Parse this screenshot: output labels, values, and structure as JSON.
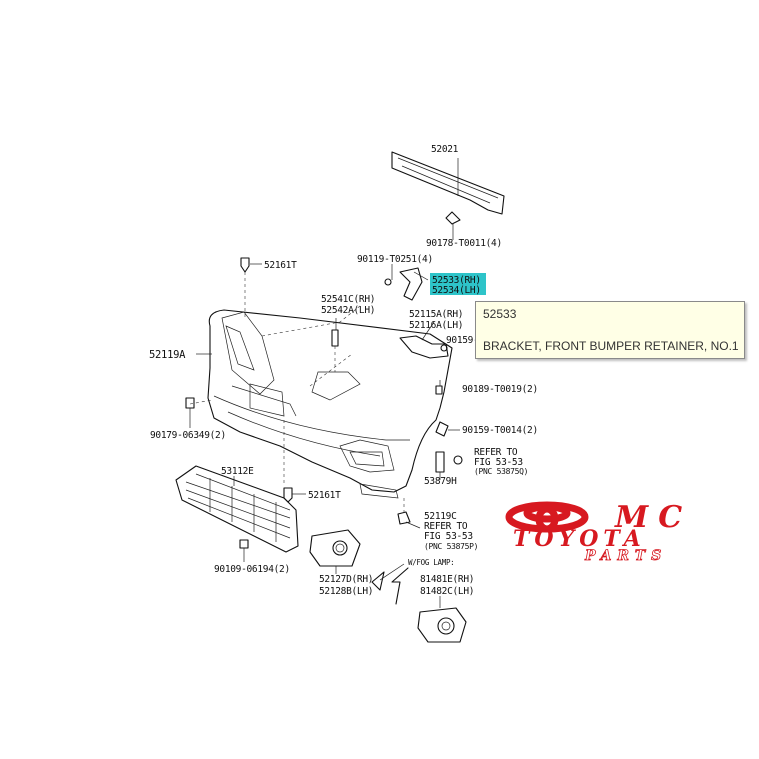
{
  "labels": {
    "l52021": "52021",
    "l90178": "90178-T0011(4)",
    "l52161t_top": "52161T",
    "l90119": "90119-T0251(4)",
    "l52533": "52533(RH)",
    "l52534": "52534(LH)",
    "l52541c": "52541C(RH)",
    "l52542a": "52542A(LH)",
    "l52115a": "52115A(RH)",
    "l52116a": "52116A(LH)",
    "l90159_short": "90159-",
    "l52119a": "52119A",
    "l90189": "90189-T0019(2)",
    "l90179": "90179-06349(2)",
    "l90159_t0014": "90159-T0014(2)",
    "l53112e": "53112E",
    "l52161t_bottom": "52161T",
    "l_refer1_a": "REFER TO",
    "l_refer1_b": "FIG 53-53",
    "l_refer1_c": "(PNC 53875Q)",
    "l53879h": "53879H",
    "l52119c": "52119C",
    "l_refer2_a": "REFER TO",
    "l_refer2_b": "FIG 53-53",
    "l_refer2_c": "(PNC 53875P)",
    "l90109": "90109-06194(2)",
    "l52127d": "52127D(RH)",
    "l52128b": "52128B(LH)",
    "l_wfog": "W/FOG LAMP:",
    "l81481e": "81481E(RH)",
    "l81482c": "81482C(LH)"
  },
  "tooltip": {
    "code": "52533",
    "description": "BRACKET, FRONT BUMPER RETAINER, NO.1"
  },
  "logo": {
    "brand": "MC",
    "name": "TOYOTA",
    "sub": "PARTS",
    "color": "#d71920"
  },
  "colors": {
    "highlight": "#2ec4c9"
  }
}
